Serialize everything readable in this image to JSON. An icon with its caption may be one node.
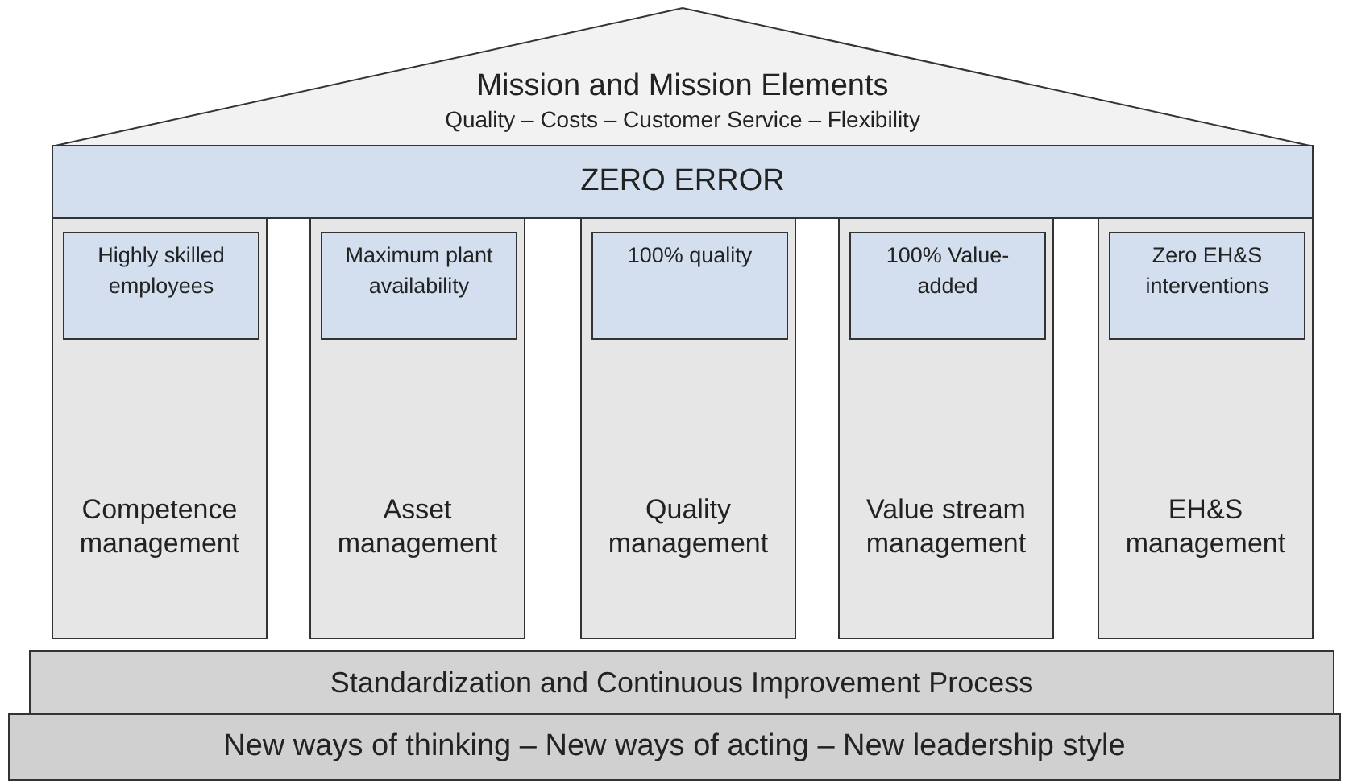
{
  "diagram": {
    "nodes": [
      {
        "text": [
          "Mission and Mission Elements",
          "Quality – Costs – Customer Service – Flexibility"
        ]
      },
      {
        "text": [
          "ZERO ERROR"
        ]
      },
      {
        "text": [
          "Competence management"
        ]
      },
      {
        "text": [
          "Highly skilled employees"
        ],
        "in": 2
      },
      {
        "text": [
          "Asset management"
        ]
      },
      {
        "text": [
          "Maximum plant availability"
        ],
        "in": 4
      },
      {
        "text": [
          "Quality management"
        ]
      },
      {
        "text": [
          "100% quality"
        ],
        "in": 6
      },
      {
        "text": [
          "Value stream management"
        ]
      },
      {
        "text": [
          "100% Value-added"
        ],
        "in": 8
      },
      {
        "text": [
          "EH&S management"
        ]
      },
      {
        "text": [
          "Zero EH&S interventions"
        ],
        "in": 10
      },
      {
        "text": [
          "Standardization and Continuous Improvement Process"
        ]
      },
      {
        "text": [
          "New ways of thinking – New ways of acting – New leadership style"
        ]
      }
    ],
    "edges": []
  }
}
